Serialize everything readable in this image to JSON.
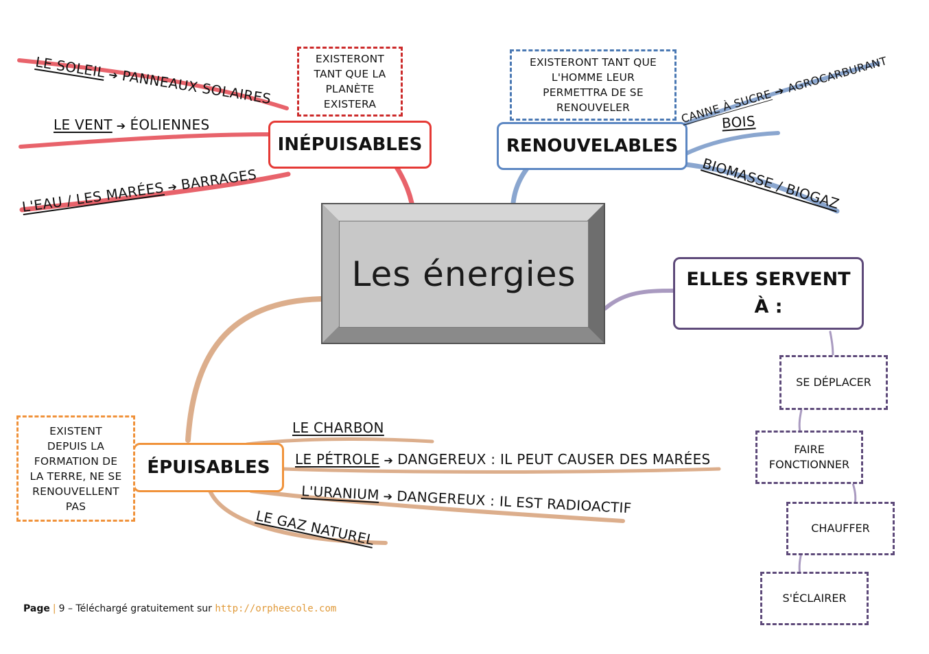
{
  "title": "Les énergies",
  "colors": {
    "inepuisables": "#e53935",
    "renouvelables": "#5b86c2",
    "epuisables": "#f0923a",
    "usages": "#5e4a7a",
    "branch_red": "#e8636b",
    "branch_blue": "#8aa6cf",
    "branch_orange": "#dcae8c",
    "branch_purple": "#a99ac0"
  },
  "inepuisables": {
    "label": "INÉPUISABLES",
    "note": "EXISTERONT\nTANT QUE LA\nPLANÈTE\nEXISTERA",
    "items": [
      {
        "source": "LE SOLEIL",
        "arrow": "➔",
        "result": "PANNEAUX SOLAIRES"
      },
      {
        "source": "LE VENT",
        "arrow": "➔",
        "result": "ÉOLIENNES"
      },
      {
        "source": "L'EAU / LES MARÉES",
        "arrow": "➔",
        "result": "BARRAGES"
      }
    ]
  },
  "renouvelables": {
    "label": "RENOUVELABLES",
    "note": "EXISTERONT TANT QUE\nL'HOMME LEUR\nPERMETTRA DE SE\nRENOUVELER",
    "items": [
      {
        "source": "CANNE À SUCRE",
        "arrow": "➔",
        "result": "AGROCARBURANT"
      },
      {
        "source": "BOIS"
      },
      {
        "source": "BIOMASSE / BIOGAZ"
      }
    ]
  },
  "epuisables": {
    "label": "ÉPUISABLES",
    "note": "EXISTENT\nDEPUIS LA\nFORMATION DE\nLA TERRE, NE SE\nRENOUVELLENT\nPAS",
    "items": [
      {
        "source": "LE CHARBON"
      },
      {
        "source": "LE PÉTROLE",
        "arrow": "➔",
        "result": "DANGEREUX : IL PEUT CAUSER DES MARÉES"
      },
      {
        "source": "L'URANIUM",
        "arrow": "➔",
        "result": "DANGEREUX : IL EST RADIOACTIF"
      },
      {
        "source": "LE GAZ NATUREL"
      }
    ]
  },
  "usages": {
    "label": "ELLES SERVENT\nÀ :",
    "items": [
      "SE DÉPLACER",
      "FAIRE\nFONCTIONNER",
      "CHAUFFER",
      "S'ÉCLAIRER"
    ]
  },
  "footer": {
    "page_label": "Page",
    "separator": "|",
    "page_number": "9",
    "text": "– Téléchargé gratuitement sur",
    "link": "http://orpheecole.com"
  }
}
